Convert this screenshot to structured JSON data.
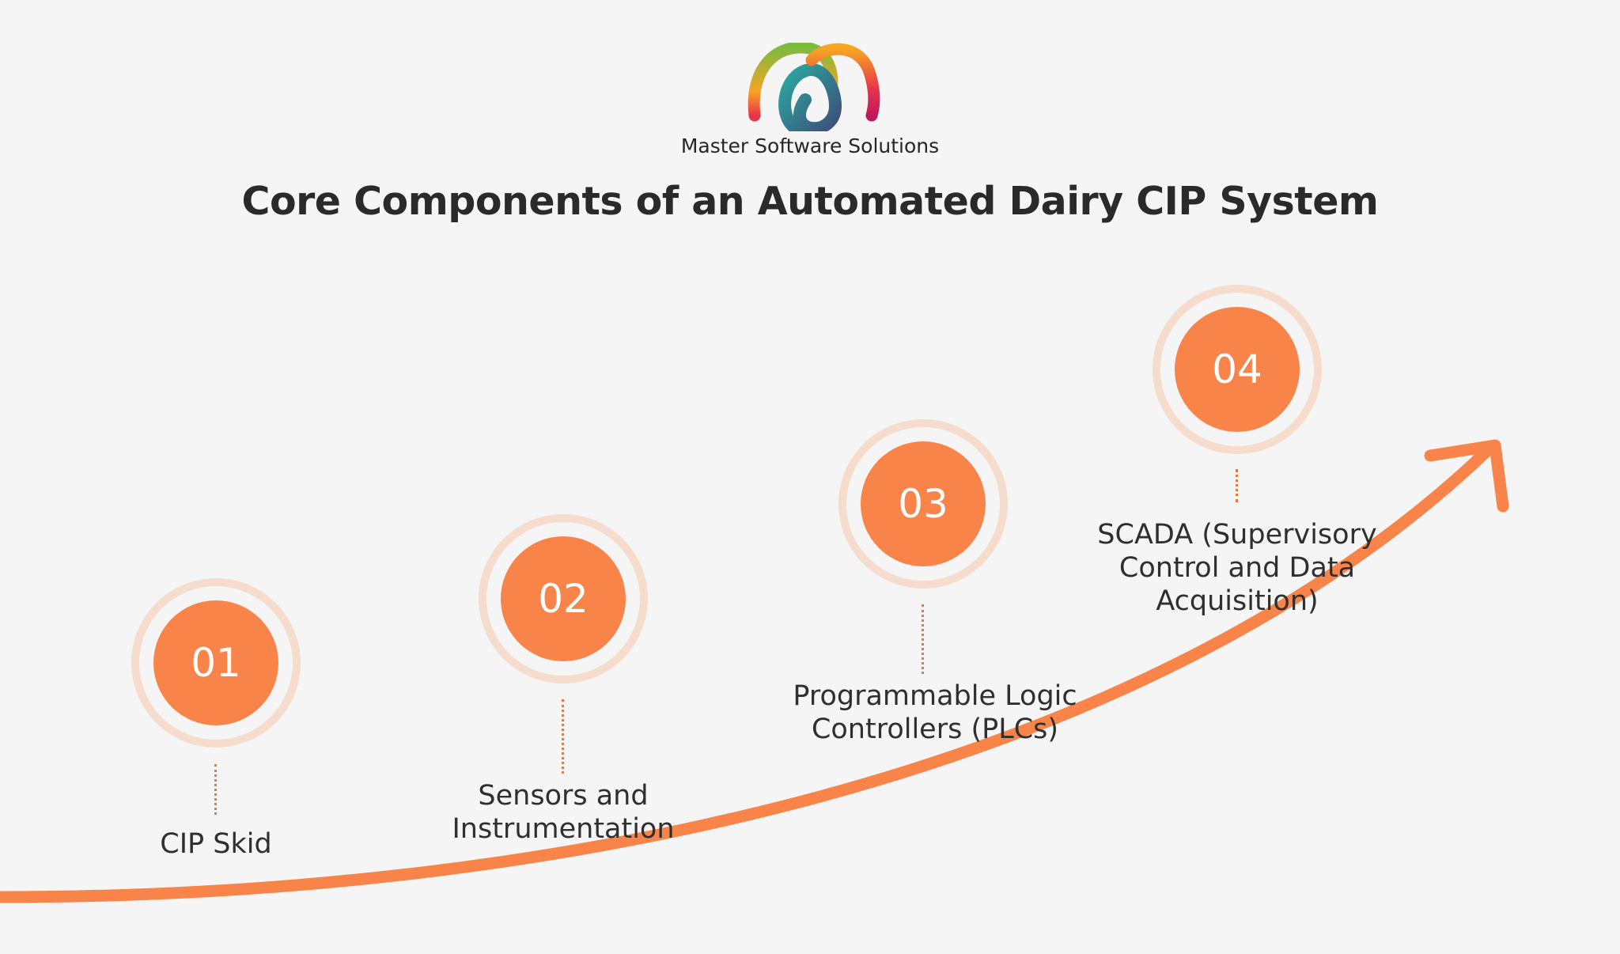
{
  "brand": {
    "logo_icon": "interlocking-loops-logo-icon",
    "name": "Master Software Solutions"
  },
  "title": "Core Components of an Automated Dairy CIP System",
  "colors": {
    "accent": "#f9844a",
    "ring": "#f5dccd",
    "background": "#f5f5f5",
    "text": "#2b2b2b"
  },
  "steps": [
    {
      "number": "01",
      "label": "CIP Skid"
    },
    {
      "number": "02",
      "label": "Sensors and\nInstrumentation"
    },
    {
      "number": "03",
      "label": "Programmable Logic\nControllers (PLCs)"
    },
    {
      "number": "04",
      "label": "SCADA (Supervisory\nControl and Data\nAcquisition)"
    }
  ]
}
